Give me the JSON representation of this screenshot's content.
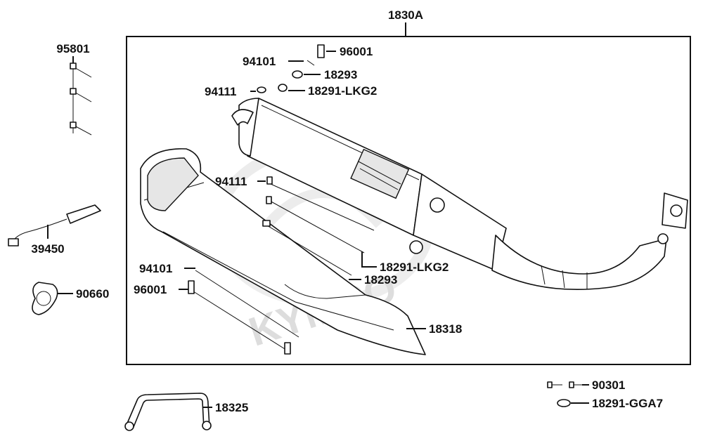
{
  "diagram": {
    "assembly_label": "1830A",
    "watermark": "KYMCO",
    "labels": {
      "bolt_set": "95801",
      "o2_sensor": "39450",
      "clamp": "90660",
      "bracket": "18325",
      "screw_small": "90301",
      "gasket": "18291-GGA7",
      "bolt_top": "96001",
      "washer_top": "94101",
      "nut_top": "18293",
      "spring_top": "94111",
      "gasket_top": "18291-LKG2",
      "spring_mid": "94111",
      "gasket_mid": "18291-LKG2",
      "nut_mid": "18293",
      "washer_bottom": "94101",
      "bolt_bottom": "96001",
      "heat_shield": "18318"
    }
  }
}
